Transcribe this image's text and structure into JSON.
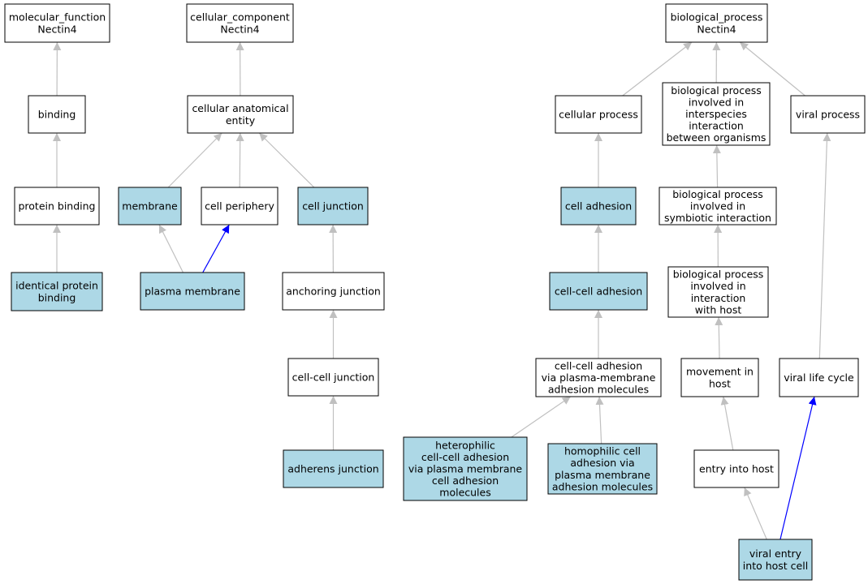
{
  "colors": {
    "highlight_fill": "#add8e6",
    "plain_fill": "#ffffff",
    "border": "#000000",
    "edge_gray": "#c0c0c0",
    "edge_blue": "#0000ff"
  },
  "nodes": [
    {
      "id": "molecular_function",
      "lines": [
        "molecular_function",
        "Nectin4"
      ],
      "highlight": false
    },
    {
      "id": "binding",
      "lines": [
        "binding"
      ],
      "highlight": false
    },
    {
      "id": "protein_binding",
      "lines": [
        "protein binding"
      ],
      "highlight": false
    },
    {
      "id": "identical_protein_binding",
      "lines": [
        "identical protein",
        "binding"
      ],
      "highlight": true
    },
    {
      "id": "cellular_component",
      "lines": [
        "cellular_component",
        "Nectin4"
      ],
      "highlight": false
    },
    {
      "id": "cellular_anatomical_entity",
      "lines": [
        "cellular anatomical",
        "entity"
      ],
      "highlight": false
    },
    {
      "id": "membrane",
      "lines": [
        "membrane"
      ],
      "highlight": true
    },
    {
      "id": "cell_periphery",
      "lines": [
        "cell periphery"
      ],
      "highlight": false
    },
    {
      "id": "cell_junction",
      "lines": [
        "cell junction"
      ],
      "highlight": true
    },
    {
      "id": "plasma_membrane",
      "lines": [
        "plasma membrane"
      ],
      "highlight": true
    },
    {
      "id": "anchoring_junction",
      "lines": [
        "anchoring junction"
      ],
      "highlight": false
    },
    {
      "id": "cell_cell_junction",
      "lines": [
        "cell-cell junction"
      ],
      "highlight": false
    },
    {
      "id": "adherens_junction",
      "lines": [
        "adherens junction"
      ],
      "highlight": true
    },
    {
      "id": "biological_process",
      "lines": [
        "biological_process",
        "Nectin4"
      ],
      "highlight": false
    },
    {
      "id": "cellular_process",
      "lines": [
        "cellular process"
      ],
      "highlight": false
    },
    {
      "id": "bp_interspecies",
      "lines": [
        "biological process",
        "involved in",
        "interspecies",
        "interaction",
        "between organisms"
      ],
      "highlight": false
    },
    {
      "id": "viral_process",
      "lines": [
        "viral process"
      ],
      "highlight": false
    },
    {
      "id": "cell_adhesion",
      "lines": [
        "cell adhesion"
      ],
      "highlight": true
    },
    {
      "id": "bp_symbiotic",
      "lines": [
        "biological process",
        "involved in",
        "symbiotic interaction"
      ],
      "highlight": false
    },
    {
      "id": "cell_cell_adhesion",
      "lines": [
        "cell-cell adhesion"
      ],
      "highlight": true
    },
    {
      "id": "bp_with_host",
      "lines": [
        "biological process",
        "involved in",
        "interaction",
        "with host"
      ],
      "highlight": false
    },
    {
      "id": "cca_pm_adhesion",
      "lines": [
        "cell-cell adhesion",
        "via plasma-membrane",
        "adhesion molecules"
      ],
      "highlight": false
    },
    {
      "id": "movement_in_host",
      "lines": [
        "movement in",
        "host"
      ],
      "highlight": false
    },
    {
      "id": "viral_life_cycle",
      "lines": [
        "viral life cycle"
      ],
      "highlight": false
    },
    {
      "id": "heterophilic",
      "lines": [
        "heterophilic",
        "cell-cell adhesion",
        "via plasma membrane",
        "cell adhesion",
        "molecules"
      ],
      "highlight": true
    },
    {
      "id": "homophilic",
      "lines": [
        "homophilic cell",
        "adhesion via",
        "plasma membrane",
        "adhesion molecules"
      ],
      "highlight": true
    },
    {
      "id": "entry_into_host",
      "lines": [
        "entry into host"
      ],
      "highlight": false
    },
    {
      "id": "viral_entry",
      "lines": [
        "viral entry",
        "into host cell"
      ],
      "highlight": true
    }
  ],
  "edges": [
    {
      "from": "binding",
      "to": "molecular_function",
      "kind": "gray"
    },
    {
      "from": "protein_binding",
      "to": "binding",
      "kind": "gray"
    },
    {
      "from": "identical_protein_binding",
      "to": "protein_binding",
      "kind": "gray"
    },
    {
      "from": "cellular_anatomical_entity",
      "to": "cellular_component",
      "kind": "gray"
    },
    {
      "from": "membrane",
      "to": "cellular_anatomical_entity",
      "kind": "gray"
    },
    {
      "from": "cell_periphery",
      "to": "cellular_anatomical_entity",
      "kind": "gray"
    },
    {
      "from": "cell_junction",
      "to": "cellular_anatomical_entity",
      "kind": "gray"
    },
    {
      "from": "plasma_membrane",
      "to": "membrane",
      "kind": "gray"
    },
    {
      "from": "plasma_membrane",
      "to": "cell_periphery",
      "kind": "blue"
    },
    {
      "from": "anchoring_junction",
      "to": "cell_junction",
      "kind": "gray"
    },
    {
      "from": "cell_cell_junction",
      "to": "anchoring_junction",
      "kind": "gray"
    },
    {
      "from": "adherens_junction",
      "to": "cell_cell_junction",
      "kind": "gray"
    },
    {
      "from": "cellular_process",
      "to": "biological_process",
      "kind": "gray"
    },
    {
      "from": "bp_interspecies",
      "to": "biological_process",
      "kind": "gray"
    },
    {
      "from": "viral_process",
      "to": "biological_process",
      "kind": "gray"
    },
    {
      "from": "cell_adhesion",
      "to": "cellular_process",
      "kind": "gray"
    },
    {
      "from": "bp_symbiotic",
      "to": "bp_interspecies",
      "kind": "gray"
    },
    {
      "from": "cell_cell_adhesion",
      "to": "cell_adhesion",
      "kind": "gray"
    },
    {
      "from": "bp_with_host",
      "to": "bp_symbiotic",
      "kind": "gray"
    },
    {
      "from": "cca_pm_adhesion",
      "to": "cell_cell_adhesion",
      "kind": "gray"
    },
    {
      "from": "movement_in_host",
      "to": "bp_with_host",
      "kind": "gray"
    },
    {
      "from": "viral_life_cycle",
      "to": "viral_process",
      "kind": "gray"
    },
    {
      "from": "heterophilic",
      "to": "cca_pm_adhesion",
      "kind": "gray"
    },
    {
      "from": "homophilic",
      "to": "cca_pm_adhesion",
      "kind": "gray"
    },
    {
      "from": "entry_into_host",
      "to": "movement_in_host",
      "kind": "gray"
    },
    {
      "from": "viral_entry",
      "to": "entry_into_host",
      "kind": "gray"
    },
    {
      "from": "viral_entry",
      "to": "viral_life_cycle",
      "kind": "blue"
    }
  ]
}
